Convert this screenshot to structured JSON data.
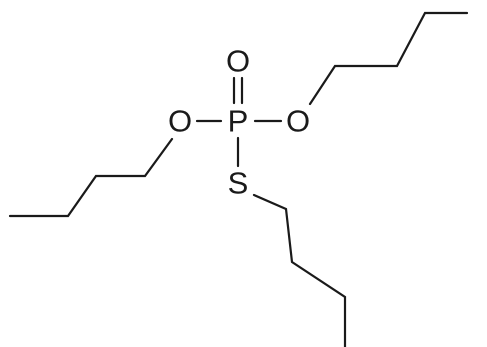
{
  "diagram": {
    "atoms": {
      "phosphorus": "P",
      "oxygen_double": "O",
      "oxygen_left": "O",
      "oxygen_right": "O",
      "sulfur": "S"
    }
  }
}
